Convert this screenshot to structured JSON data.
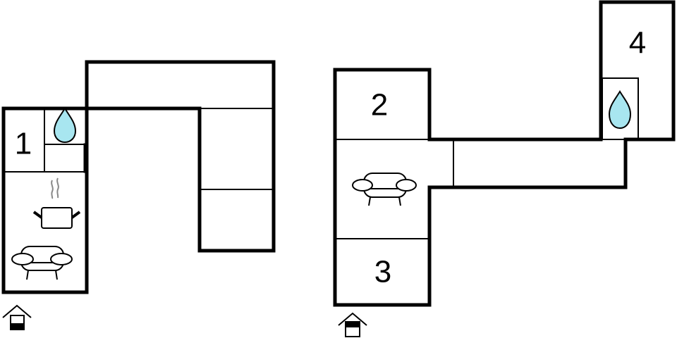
{
  "floorplan": {
    "background": "#ffffff",
    "wall_color": "#000000",
    "water_color": "#a8e6f0",
    "left_unit": {
      "rooms": [
        {
          "label": "1",
          "type": "bedroom"
        },
        {
          "label": "",
          "type": "bathroom",
          "icon": "water-drop-icon"
        },
        {
          "label": "",
          "type": "kitchen-living",
          "icons": [
            "cooking-pot-icon",
            "sofa-icon"
          ]
        }
      ],
      "entrance_icon": "entrance-icon"
    },
    "right_unit": {
      "rooms": [
        {
          "label": "2",
          "type": "bedroom"
        },
        {
          "label": "",
          "type": "living",
          "icon": "sofa-icon"
        },
        {
          "label": "3",
          "type": "bedroom"
        },
        {
          "label": "4",
          "type": "bedroom"
        },
        {
          "label": "",
          "type": "bathroom",
          "icon": "water-drop-icon"
        }
      ],
      "entrance_icon": "entrance-icon"
    }
  }
}
